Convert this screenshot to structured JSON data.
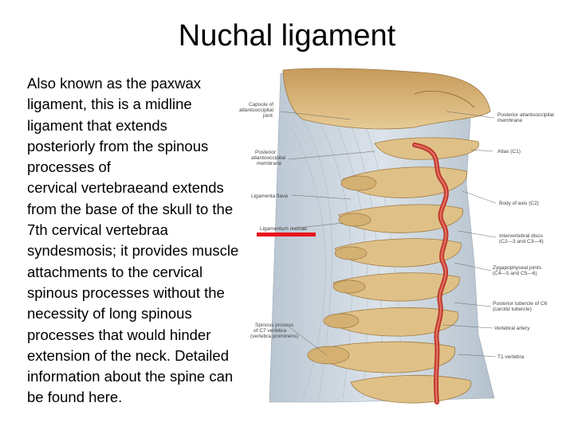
{
  "slide": {
    "title": "Nuchal ligament",
    "body_lines": "Also known as the paxwax\nligament, this is a midline\nligament that extends\nposteriorly from the spinous\nprocesses of\ncervical vertebraeand extends\nfrom the base of the skull to the\n7th cervical vertebraa\nsyndesmosis; it provides muscle\nattachments to the cervical\nspinous processes without the\nnecessity of long spinous\nprocesses that would hinder\nextension of the neck. Detailed\ninformation about the spine can\nbe found here."
  },
  "figure": {
    "labels_left": [
      "Capsule of\natlantooccipital\njoint",
      "Posterior\natlantooccipital\nmembrane",
      "Ligamenta flava",
      "Ligamentum nuchae",
      "Spinous process\nof C7 vertebra\n(vertebra prominens)"
    ],
    "labels_right": [
      "Posterior atlantooccipital\nmembrane",
      "Atlas (C1)",
      "Body of axis (C2)",
      "Intervertebral discs\n(C2—3 and C3—4)",
      "Zygapophyseal joints\n(C4—5 and C5—6)",
      "Posterior tubercle of C6\n(carotid tubercle)",
      "Vertebral artery",
      "T1 vertebra"
    ],
    "highlight_color": "#e8151c",
    "bone_color": "#d9b77a",
    "ligament_color": "#c9d3dc",
    "artery_color": "#c0392b"
  }
}
